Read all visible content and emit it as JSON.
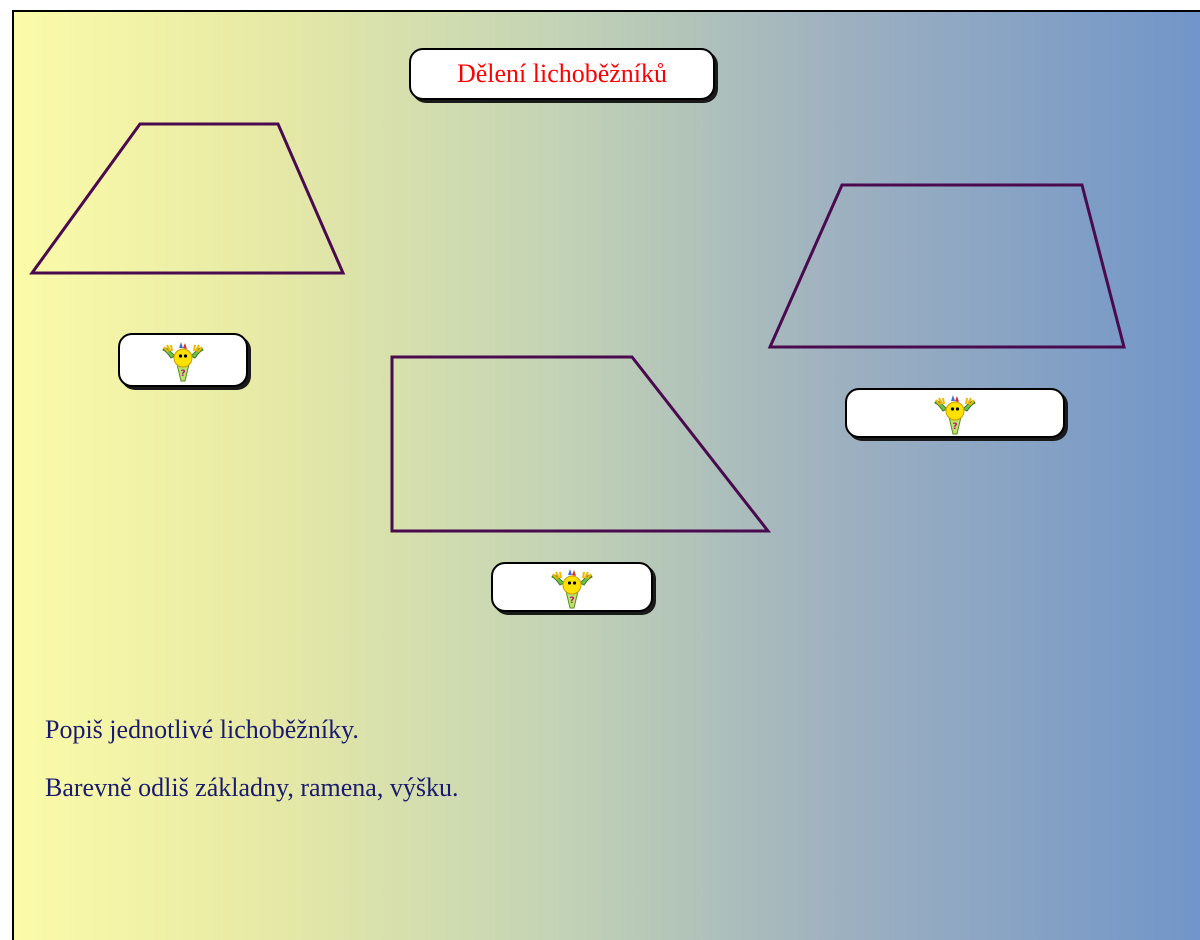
{
  "slide": {
    "title": "Dělení lichoběžníků",
    "instructions": [
      "Popiš jednotlivé lichoběžníky.",
      "Barevně odliš základny, ramena, výšku."
    ],
    "shape_stroke_color": "#4a0b4e",
    "title_color": "#ff0000",
    "text_color": "#1a1a6e",
    "answer_buttons": [
      {
        "icon": "question-mascot-icon"
      },
      {
        "icon": "question-mascot-icon"
      },
      {
        "icon": "question-mascot-icon"
      }
    ]
  }
}
